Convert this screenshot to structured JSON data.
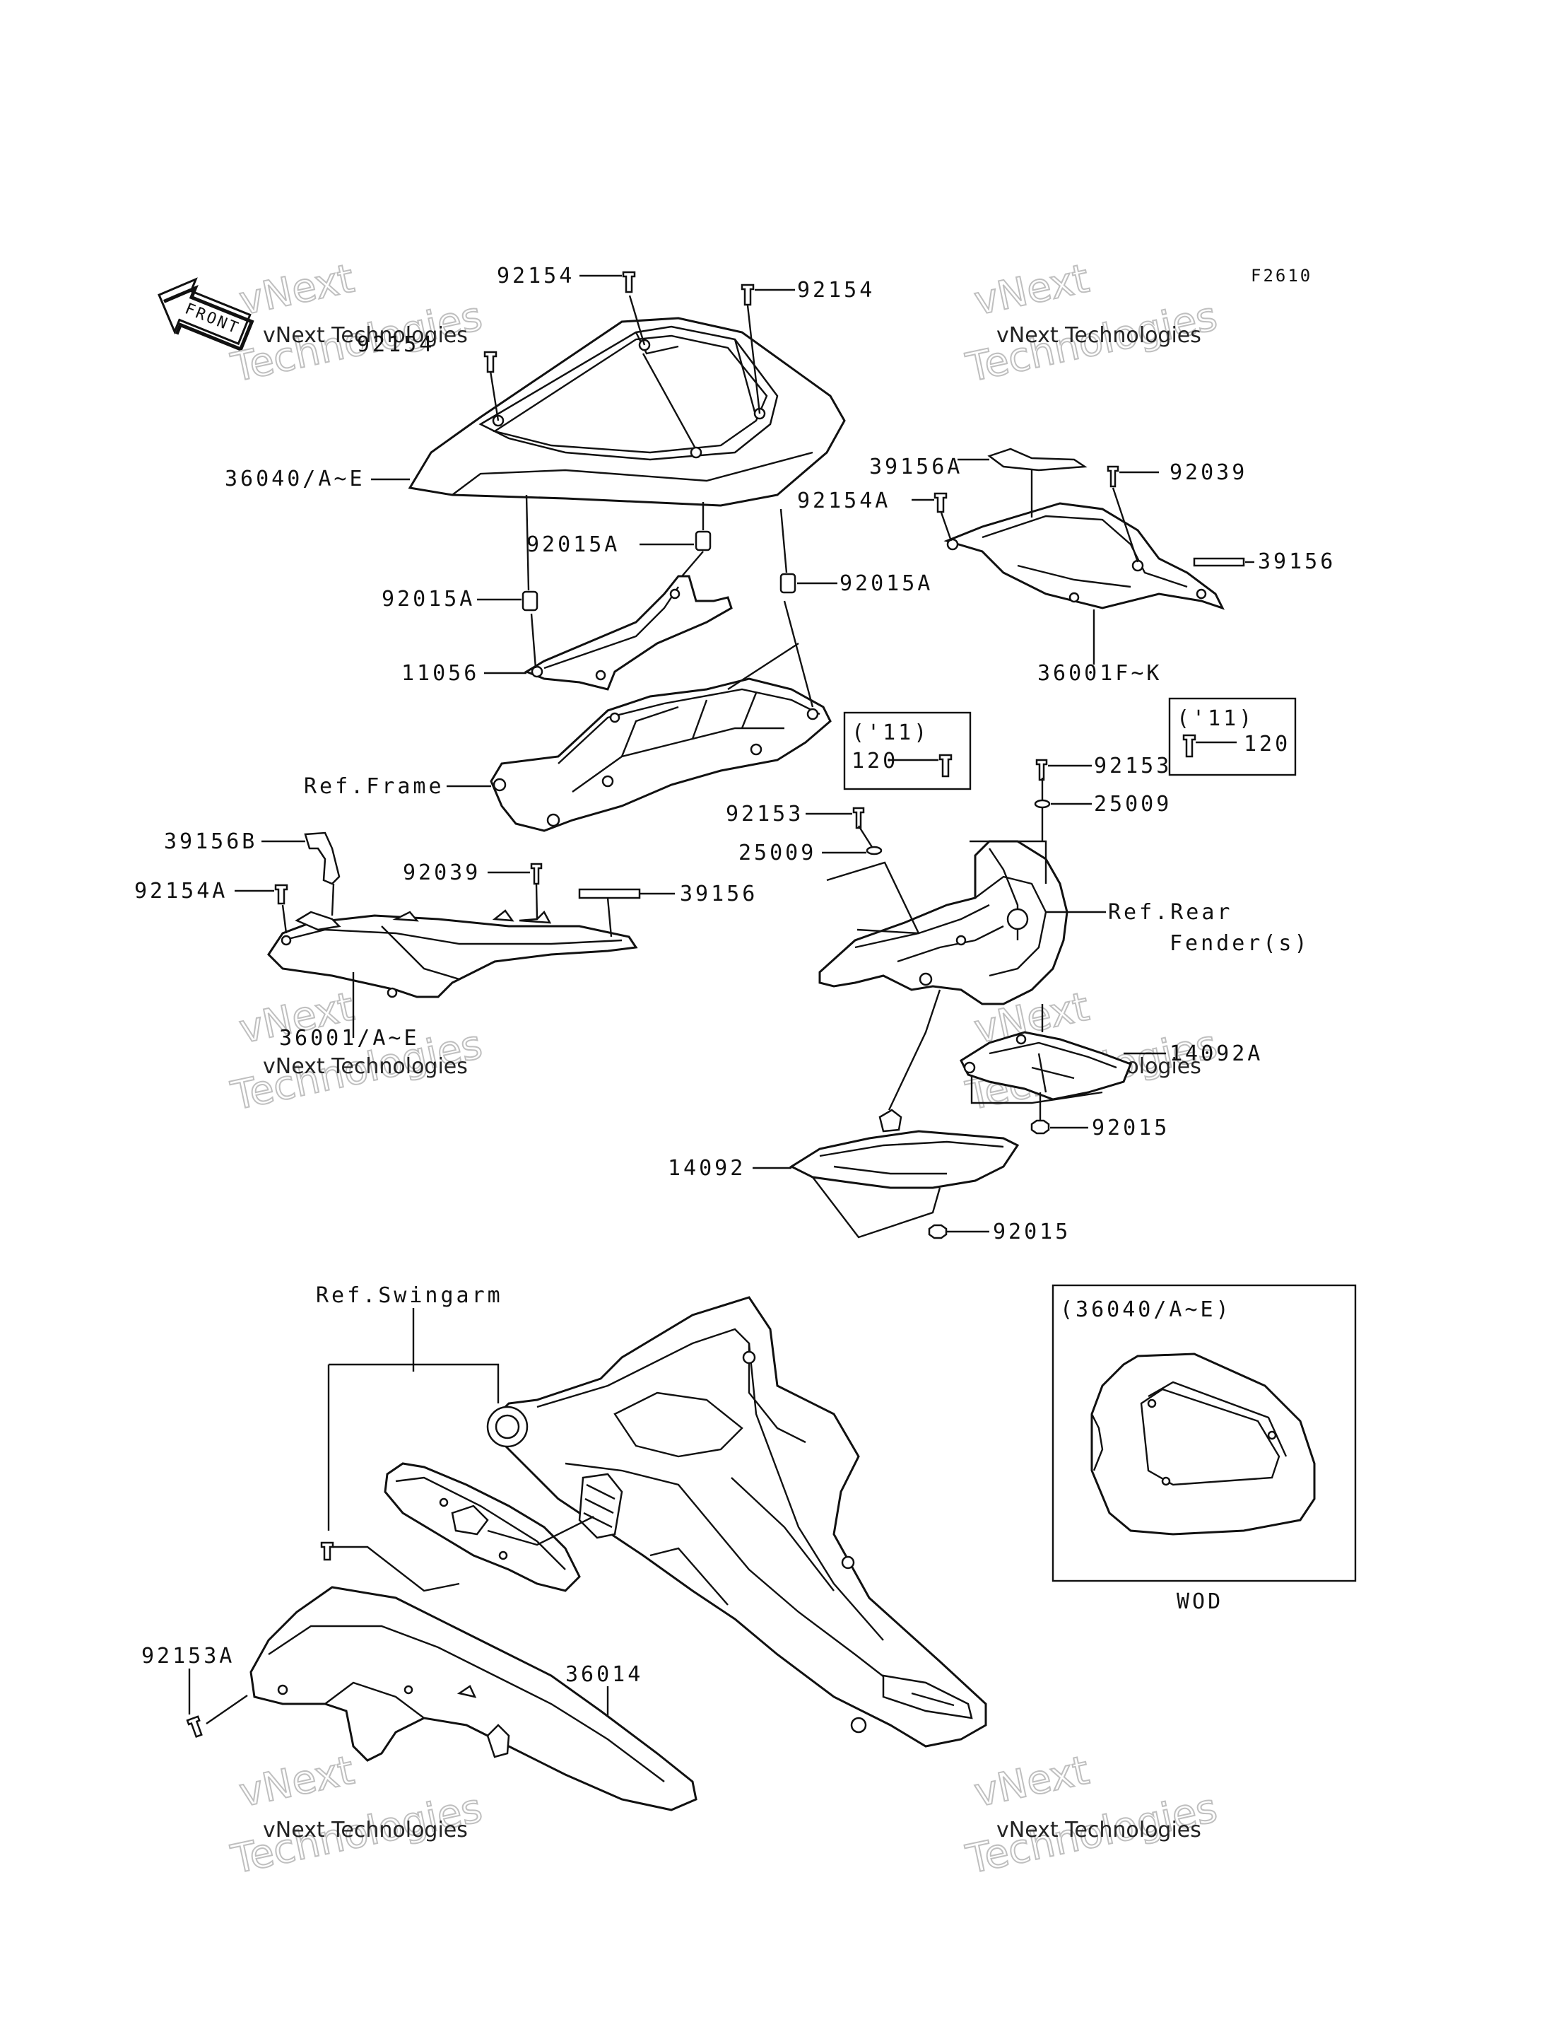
{
  "figure_code": "F2610",
  "front_arrow": "FRONT",
  "watermark": {
    "line1": "vNext Technologies",
    "line2": "Technologies",
    "line3": "vNext"
  },
  "labels": {
    "p92154_top_left": "92154",
    "p92154_top_right": "92154",
    "p92154_left_obscured": "92154",
    "p36040": "36040/A~E",
    "p92015A_center": "92015A",
    "p92015A_left": "92015A",
    "p92015A_right": "92015A",
    "p11056": "11056",
    "ref_frame": "Ref.Frame",
    "p39156A": "39156A",
    "p92039_right": "92039",
    "p92154A_right": "92154A",
    "p39156_right": "39156",
    "p36001FK": "36001F~K",
    "box11_left_year": "('11)",
    "box11_left_part": "120",
    "box11_right_year": "('11)",
    "box11_right_part": "120",
    "p92153_right": "92153",
    "p25009_right": "25009",
    "p92153_left": "92153",
    "p25009_left": "25009",
    "ref_rear_fender_1": "Ref.Rear",
    "ref_rear_fender_2": "Fender(s)",
    "p39156B": "39156B",
    "p92039_left": "92039",
    "p92154A_left": "92154A",
    "p39156_left": "39156",
    "p36001AE": "36001/A~E",
    "p14092A": "14092A",
    "p92015_upper": "92015",
    "p14092": "14092",
    "p92015_lower": "92015",
    "ref_swingarm": "Ref.Swingarm",
    "inset_title": "(36040/A~E)",
    "inset_caption": "WOD",
    "p92153A": "92153A",
    "p36014": "36014"
  },
  "colors": {
    "ink": "#111111",
    "watermark": "#bfbfbf",
    "background": "#ffffff"
  }
}
